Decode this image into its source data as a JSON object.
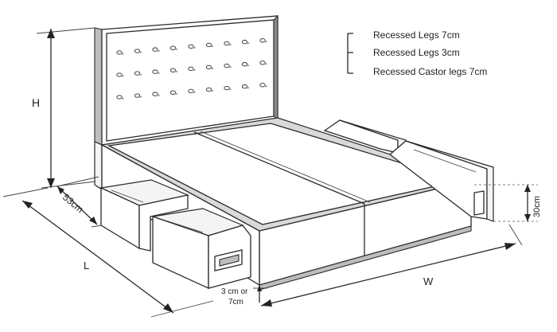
{
  "legend": {
    "items": [
      "Recessed Legs 7cm",
      "Recessed Legs 3cm",
      "Recessed Castor legs 7cm"
    ]
  },
  "dimensions": {
    "height": "H",
    "length": "L",
    "width": "W",
    "drawer_depth": "53cm",
    "base_height": "30cm",
    "leg_height_line1": "3 cm or",
    "leg_height_line2": "7cm"
  }
}
